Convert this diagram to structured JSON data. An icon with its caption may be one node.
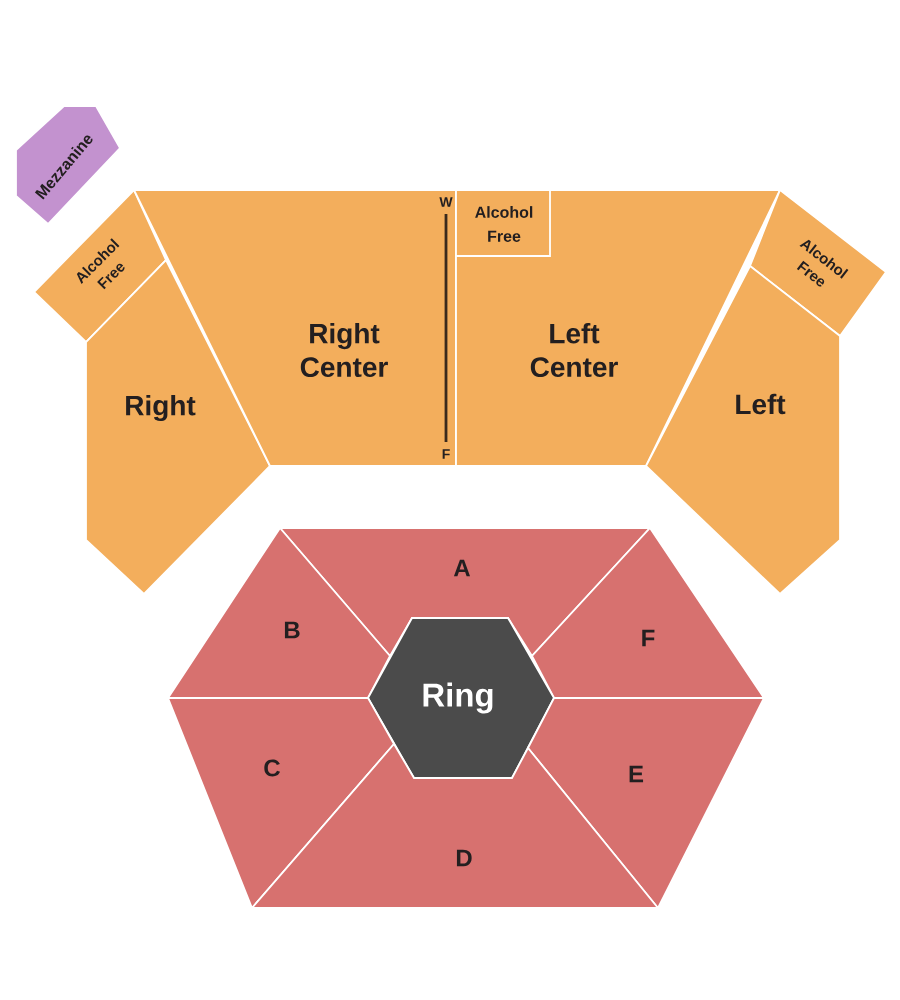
{
  "diagram": {
    "nodes": [
      {
        "text": [
          "Mezzanine"
        ]
      },
      {
        "text": [
          "Alcohol Free"
        ]
      },
      {
        "text": [
          "Right"
        ]
      },
      {
        "text": [
          "Right Center"
        ]
      },
      {
        "text": [
          "Left Center"
        ]
      },
      {
        "text": [
          "Alcohol Free"
        ],
        "in": 4
      },
      {
        "text": [
          "Alcohol Free"
        ]
      },
      {
        "text": [
          "Left"
        ]
      },
      {
        "text": [
          "A"
        ]
      },
      {
        "text": [
          "B"
        ]
      },
      {
        "text": [
          "F"
        ]
      },
      {
        "text": [
          "Ring"
        ]
      },
      {
        "text": [
          "C"
        ]
      },
      {
        "text": [
          "E"
        ]
      },
      {
        "text": [
          "D"
        ]
      }
    ],
    "labels": [
      "W",
      "F"
    ]
  }
}
